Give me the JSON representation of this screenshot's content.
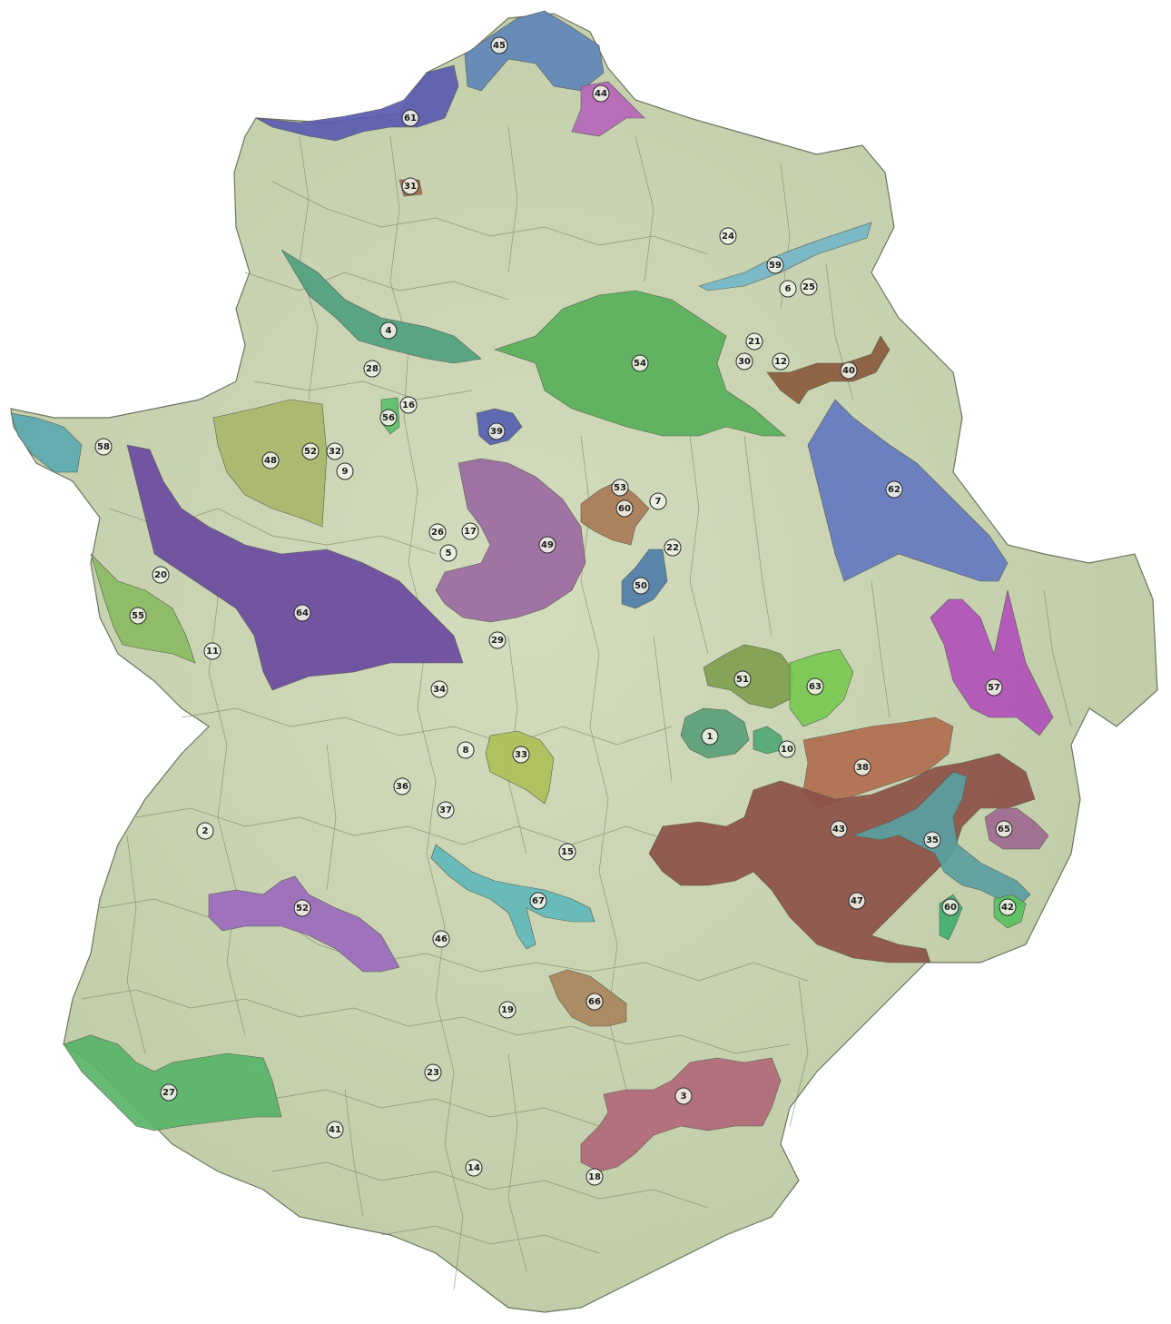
{
  "map": {
    "colors": {
      "land": "#c9d4b1",
      "land_dark": "#b7c39e",
      "border": "#6e7460",
      "marker_fill": "#eef0e4",
      "marker_stroke": "#2a2a2a"
    },
    "regions": [
      {
        "id": "45",
        "color": "#5f86b8"
      },
      {
        "id": "61",
        "color": "#5a5ab0"
      },
      {
        "id": "44",
        "color": "#b466b8"
      },
      {
        "id": "31",
        "color": "#a86a4a"
      },
      {
        "id": "59",
        "color": "#74b6c8"
      },
      {
        "id": "4",
        "color": "#4fa07e"
      },
      {
        "id": "54",
        "color": "#58b05a"
      },
      {
        "id": "40",
        "color": "#8a5a3c"
      },
      {
        "id": "58",
        "color": "#5aa8b0"
      },
      {
        "id": "48",
        "color": "#a9b66a"
      },
      {
        "id": "56",
        "color": "#5cc06a"
      },
      {
        "id": "39",
        "color": "#5560b0"
      },
      {
        "id": "64",
        "color": "#6a4aa0"
      },
      {
        "id": "49",
        "color": "#9a6aa0"
      },
      {
        "id": "53",
        "color": "#a87a56"
      },
      {
        "id": "50",
        "color": "#4f7ea8"
      },
      {
        "id": "62",
        "color": "#6478c0"
      },
      {
        "id": "55",
        "color": "#8aba62"
      },
      {
        "id": "57",
        "color": "#b050b8"
      },
      {
        "id": "51",
        "color": "#80a050"
      },
      {
        "id": "63",
        "color": "#78c850"
      },
      {
        "id": "1",
        "color": "#5a9e78"
      },
      {
        "id": "10",
        "color": "#50a878"
      },
      {
        "id": "33",
        "color": "#aec058"
      },
      {
        "id": "38",
        "color": "#b06e4e"
      },
      {
        "id": "43",
        "color": "#8c5048"
      },
      {
        "id": "35",
        "color": "#5aa0a0"
      },
      {
        "id": "65",
        "color": "#a06a90"
      },
      {
        "id": "60",
        "color": "#40b070"
      },
      {
        "id": "42",
        "color": "#58c060"
      },
      {
        "id": "52",
        "color": "#9a6abc"
      },
      {
        "id": "67",
        "color": "#60b8b8"
      },
      {
        "id": "66",
        "color": "#a8865c"
      },
      {
        "id": "27",
        "color": "#58b468"
      },
      {
        "id": "3",
        "color": "#b06878"
      }
    ],
    "markers": [
      "45",
      "44",
      "61",
      "31",
      "24",
      "59",
      "6",
      "25",
      "4",
      "54",
      "21",
      "30",
      "12",
      "40",
      "28",
      "16",
      "56",
      "39",
      "58",
      "48",
      "52",
      "32",
      "9",
      "53",
      "60",
      "7",
      "62",
      "26",
      "17",
      "5",
      "49",
      "22",
      "50",
      "20",
      "55",
      "64",
      "57",
      "11",
      "29",
      "34",
      "51",
      "63",
      "1",
      "10",
      "8",
      "33",
      "38",
      "36",
      "37",
      "43",
      "35",
      "65",
      "2",
      "15",
      "47",
      "67",
      "60",
      "42",
      "52",
      "46",
      "66",
      "19",
      "23",
      "27",
      "3",
      "41",
      "14",
      "18"
    ]
  }
}
